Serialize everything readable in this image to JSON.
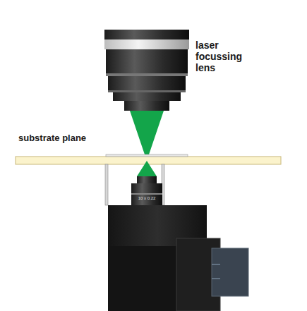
{
  "diagram": {
    "labels": [
      "laser focussing lens",
      "substrate plane",
      "10 x 0.22"
    ]
  }
}
